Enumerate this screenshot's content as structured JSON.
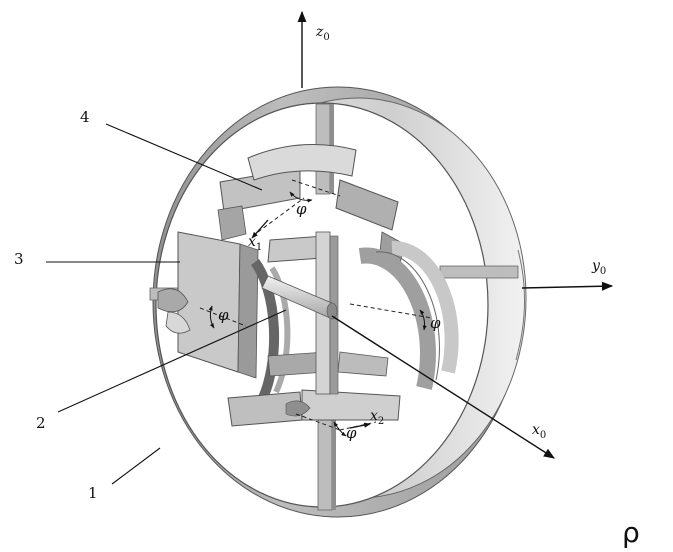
{
  "part_labels": [
    "1",
    "2",
    "3",
    "4"
  ],
  "axes": {
    "z": {
      "letter": "z",
      "sub": "0"
    },
    "y": {
      "letter": "y",
      "sub": "0"
    },
    "x": {
      "letter": "x",
      "sub": "0"
    },
    "x1": {
      "letter": "x",
      "sub": "1"
    },
    "x2": {
      "letter": "x",
      "sub": "2"
    }
  },
  "angle_symbol": "φ",
  "corner_symbol": "ρ"
}
